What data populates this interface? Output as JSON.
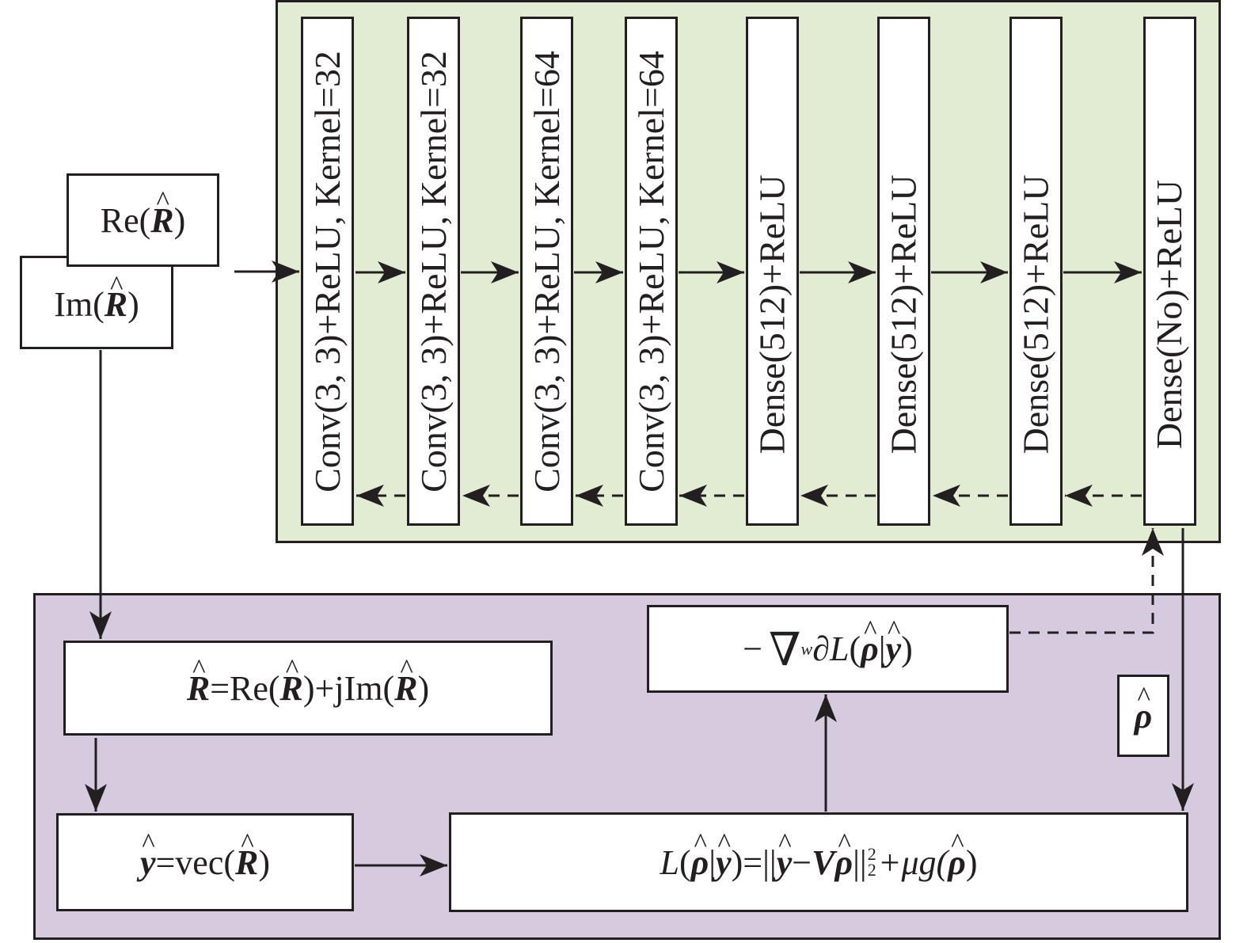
{
  "colors": {
    "network_panel_bg": "#e1ecd3",
    "optimization_panel_bg": "#d6cadf",
    "stroke": "#231f20",
    "box_fill": "#ffffff"
  },
  "inputs": {
    "real_part": {
      "prefix": "Re(",
      "symbol": "R",
      "suffix": ")"
    },
    "imag_part": {
      "prefix": "Im(",
      "symbol": "R",
      "suffix": ")"
    }
  },
  "network": {
    "layers": [
      {
        "label": "Conv(3, 3)+ReLU, Kernel=32",
        "type": "conv"
      },
      {
        "label": "Conv(3, 3)+ReLU, Kernel=32",
        "type": "conv"
      },
      {
        "label": "Conv(3, 3)+ReLU, Kernel=64",
        "type": "conv"
      },
      {
        "label": "Conv(3, 3)+ReLU, Kernel=64",
        "type": "conv"
      },
      {
        "label": "Dense(512)+ReLU",
        "type": "dense"
      },
      {
        "label": "Dense(512)+ReLU",
        "type": "dense"
      },
      {
        "label": "Dense(512)+ReLU",
        "type": "dense"
      },
      {
        "label": "Dense(No)+ReLU",
        "type": "dense"
      }
    ]
  },
  "optimization": {
    "complex_combine": {
      "lhs_symbol": "R",
      "eq": "=",
      "re_prefix": "Re(",
      "re_symbol": "R",
      "mid": ")+jIm(",
      "im_symbol": "R",
      "suffix": ")"
    },
    "vectorize": {
      "lhs_symbol": "y",
      "eq": "=vec(",
      "arg_symbol": "R",
      "suffix": ")"
    },
    "loss": {
      "L": "L",
      "open": "(",
      "rho": "ρ",
      "bar": "|",
      "y": "y",
      "close_eq": ")=||",
      "y2": "y",
      "minus": "−",
      "V": "V",
      "rho2": "ρ",
      "norm_close": "||",
      "sup": "2",
      "sub": "2",
      "plus_mu": "+μg(",
      "rho3": "ρ",
      "end": ")"
    },
    "gradient": {
      "minus": "−",
      "nabla": "∇",
      "sub_w": "w",
      "partial": "∂",
      "L": "L",
      "open": "(",
      "rho": "ρ",
      "bar": "|",
      "y": "y",
      "close": ")"
    },
    "output": {
      "symbol": "ρ"
    }
  }
}
